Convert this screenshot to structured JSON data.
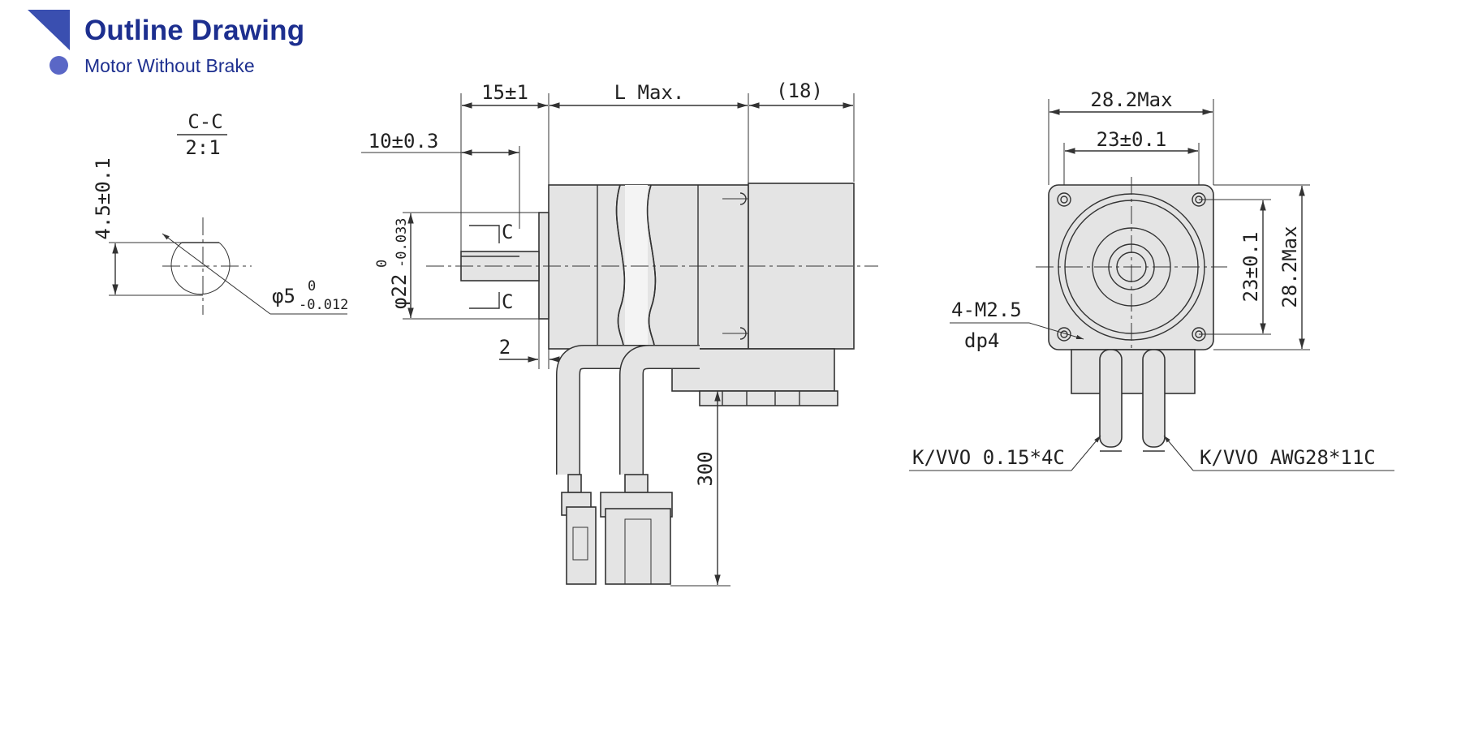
{
  "header": {
    "title": "Outline Drawing",
    "subtitle": "Motor Without Brake",
    "accent_color": "#1d2f8f",
    "flag_icon": "triangle-flag-icon",
    "bullet_icon": "circle-bullet-icon"
  },
  "section_view": {
    "label_top": "C-C",
    "label_bottom": "2:1",
    "flat_dim": "4.5±0.1",
    "shaft_dia_main": "φ5",
    "shaft_dia_upper": "0",
    "shaft_dia_lower": "-0.012"
  },
  "side_view": {
    "shaft_len": "15±1",
    "body_len": "L Max.",
    "rear_len": "(18)",
    "key_len": "10±0.3",
    "pilot_dia_main": "φ22",
    "pilot_dia_upper": "0",
    "pilot_dia_lower": "-0.033",
    "pilot_height": "2",
    "cable_len": "300",
    "section_mark": "C"
  },
  "front_view": {
    "width_max": "28.2Max",
    "hole_pitch_h": "23±0.1",
    "hole_pitch_v": "23±0.1",
    "height_max": "28.2Max",
    "screw_spec": "4-M2.5",
    "screw_depth": "dp4",
    "cable_left": "K/VVO 0.15*4C",
    "cable_right": "K/VVO AWG28*11C"
  }
}
